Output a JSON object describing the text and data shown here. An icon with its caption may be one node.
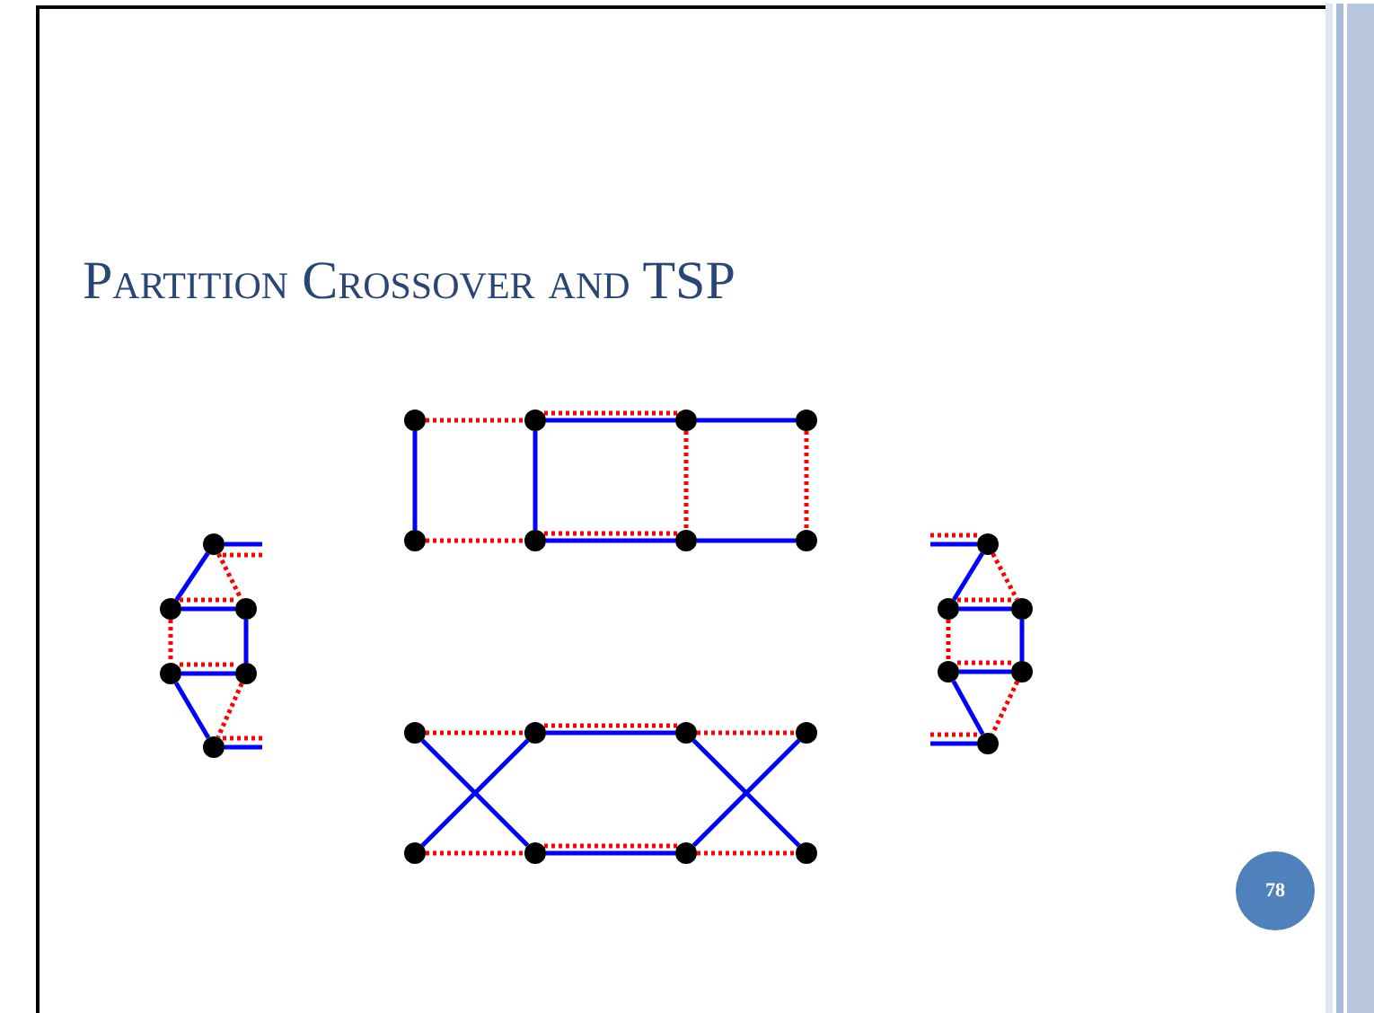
{
  "diagram": {
    "title": "Partition Crossover and TSP",
    "nodes": [
      {
        "text": [],
        "shape": "circle"
      },
      {
        "text": [],
        "shape": "circle"
      },
      {
        "text": [],
        "shape": "circle"
      },
      {
        "text": [],
        "shape": "circle"
      },
      {
        "text": [],
        "shape": "circle"
      },
      {
        "text": [],
        "shape": "circle"
      },
      {
        "text": [],
        "shape": "circle"
      },
      {
        "text": [],
        "shape": "circle"
      },
      {
        "text": [],
        "shape": "circle"
      },
      {
        "text": [],
        "shape": "circle"
      },
      {
        "text": [],
        "shape": "circle"
      },
      {
        "text": [],
        "shape": "circle"
      },
      {
        "text": [],
        "shape": "circle"
      },
      {
        "text": [],
        "shape": "circle"
      },
      {
        "text": [],
        "shape": "circle"
      },
      {
        "text": [],
        "shape": "circle"
      },
      {
        "text": [],
        "shape": "circle"
      },
      {
        "text": [],
        "shape": "circle"
      },
      {
        "text": [],
        "shape": "circle"
      },
      {
        "text": [],
        "shape": "circle"
      },
      {
        "text": [],
        "shape": "circle"
      },
      {
        "text": [],
        "shape": "circle"
      },
      {
        "text": [],
        "shape": "circle"
      },
      {
        "text": [],
        "shape": "circle"
      },
      {
        "text": [],
        "shape": "circle"
      },
      {
        "text": [],
        "shape": "circle"
      },
      {
        "text": [],
        "shape": "circle"
      },
      {
        "text": [],
        "shape": "circle"
      }
    ],
    "edges": [
      {
        "from": 0,
        "to": 1,
        "arrow": "none",
        "style": "dashed",
        "color": "#ff0000"
      },
      {
        "from": 1,
        "to": 2,
        "arrow": "none",
        "color": "#0000ff"
      },
      {
        "from": 1,
        "to": 2,
        "arrow": "none",
        "style": "dashed",
        "color": "#ff0000"
      },
      {
        "from": 2,
        "to": 3,
        "arrow": "none",
        "color": "#0000ff"
      },
      {
        "from": 0,
        "to": 4,
        "arrow": "none",
        "color": "#0000ff"
      },
      {
        "from": 1,
        "to": 5,
        "arrow": "none",
        "color": "#0000ff"
      },
      {
        "from": 2,
        "to": 6,
        "arrow": "none",
        "style": "dashed",
        "color": "#ff0000"
      },
      {
        "from": 3,
        "to": 7,
        "arrow": "none",
        "style": "dashed",
        "color": "#ff0000"
      },
      {
        "from": 4,
        "to": 5,
        "arrow": "none",
        "style": "dashed",
        "color": "#ff0000"
      },
      {
        "from": 5,
        "to": 6,
        "arrow": "none",
        "color": "#0000ff"
      },
      {
        "from": 5,
        "to": 6,
        "arrow": "none",
        "style": "dashed",
        "color": "#ff0000"
      },
      {
        "from": 6,
        "to": 7,
        "arrow": "none",
        "color": "#0000ff"
      },
      {
        "from": 8,
        "to": null,
        "arrow": "none",
        "color": "#0000ff"
      },
      {
        "from": 8,
        "to": null,
        "arrow": "none",
        "style": "dashed",
        "color": "#ff0000"
      },
      {
        "from": 8,
        "to": 9,
        "arrow": "none",
        "color": "#0000ff"
      },
      {
        "from": 8,
        "to": 10,
        "arrow": "none",
        "style": "dashed",
        "color": "#ff0000"
      },
      {
        "from": 9,
        "to": 10,
        "arrow": "none",
        "color": "#0000ff"
      },
      {
        "from": 9,
        "to": 10,
        "arrow": "none",
        "style": "dashed",
        "color": "#ff0000"
      },
      {
        "from": 9,
        "to": 11,
        "arrow": "none",
        "style": "dashed",
        "color": "#ff0000"
      },
      {
        "from": 10,
        "to": 12,
        "arrow": "none",
        "color": "#0000ff"
      },
      {
        "from": 11,
        "to": 12,
        "arrow": "none",
        "color": "#0000ff"
      },
      {
        "from": 11,
        "to": 12,
        "arrow": "none",
        "style": "dashed",
        "color": "#ff0000"
      },
      {
        "from": 11,
        "to": 13,
        "arrow": "none",
        "color": "#0000ff"
      },
      {
        "from": 12,
        "to": 13,
        "arrow": "none",
        "style": "dashed",
        "color": "#ff0000"
      },
      {
        "from": 13,
        "to": null,
        "arrow": "none",
        "style": "dashed",
        "color": "#ff0000"
      },
      {
        "from": 13,
        "to": null,
        "arrow": "none",
        "color": "#0000ff"
      },
      {
        "from": null,
        "to": 14,
        "arrow": "none",
        "style": "dashed",
        "color": "#ff0000"
      },
      {
        "from": null,
        "to": 14,
        "arrow": "none",
        "color": "#0000ff"
      },
      {
        "from": 14,
        "to": 15,
        "arrow": "none",
        "color": "#0000ff"
      },
      {
        "from": 14,
        "to": 16,
        "arrow": "none",
        "style": "dashed",
        "color": "#ff0000"
      },
      {
        "from": 15,
        "to": 16,
        "arrow": "none",
        "color": "#0000ff"
      },
      {
        "from": 15,
        "to": 16,
        "arrow": "none",
        "style": "dashed",
        "color": "#ff0000"
      },
      {
        "from": 15,
        "to": 17,
        "arrow": "none",
        "style": "dashed",
        "color": "#ff0000"
      },
      {
        "from": 16,
        "to": 18,
        "arrow": "none",
        "color": "#0000ff"
      },
      {
        "from": 17,
        "to": 18,
        "arrow": "none",
        "color": "#0000ff"
      },
      {
        "from": 17,
        "to": 18,
        "arrow": "none",
        "style": "dashed",
        "color": "#ff0000"
      },
      {
        "from": 17,
        "to": 19,
        "arrow": "none",
        "color": "#0000ff"
      },
      {
        "from": 18,
        "to": 19,
        "arrow": "none",
        "style": "dashed",
        "color": "#ff0000"
      },
      {
        "from": null,
        "to": 19,
        "arrow": "none",
        "style": "dashed",
        "color": "#ff0000"
      },
      {
        "from": null,
        "to": 19,
        "arrow": "none",
        "color": "#0000ff"
      },
      {
        "from": 20,
        "to": 21,
        "arrow": "none",
        "style": "dashed",
        "color": "#ff0000"
      },
      {
        "from": 21,
        "to": 22,
        "arrow": "none",
        "color": "#0000ff"
      },
      {
        "from": 21,
        "to": 22,
        "arrow": "none",
        "style": "dashed",
        "color": "#ff0000"
      },
      {
        "from": 22,
        "to": 23,
        "arrow": "none",
        "style": "dashed",
        "color": "#ff0000"
      },
      {
        "from": 24,
        "to": 25,
        "arrow": "none",
        "style": "dashed",
        "color": "#ff0000"
      },
      {
        "from": 25,
        "to": 26,
        "arrow": "none",
        "color": "#0000ff"
      },
      {
        "from": 25,
        "to": 26,
        "arrow": "none",
        "style": "dashed",
        "color": "#ff0000"
      },
      {
        "from": 26,
        "to": 27,
        "arrow": "none",
        "style": "dashed",
        "color": "#ff0000"
      },
      {
        "from": 20,
        "to": 25,
        "arrow": "none",
        "color": "#0000ff"
      },
      {
        "from": 24,
        "to": 21,
        "arrow": "none",
        "color": "#0000ff"
      },
      {
        "from": 22,
        "to": 27,
        "arrow": "none",
        "color": "#0000ff"
      },
      {
        "from": 26,
        "to": 23,
        "arrow": "none",
        "color": "#0000ff"
      }
    ],
    "labels": [
      "78"
    ]
  }
}
